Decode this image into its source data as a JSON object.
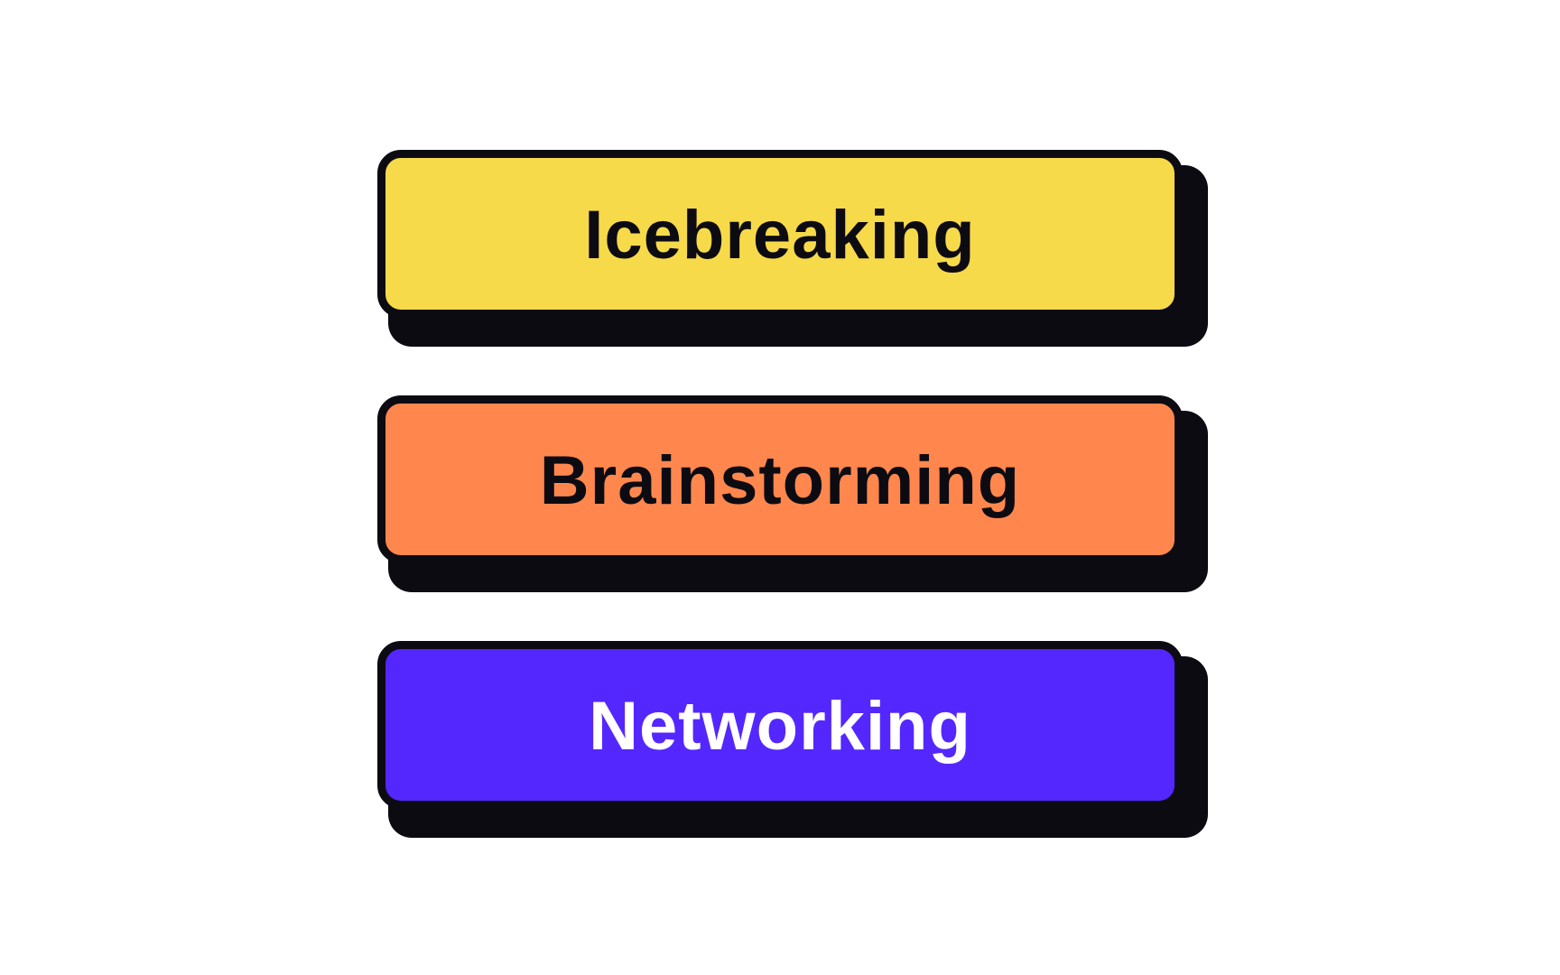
{
  "buttons": [
    {
      "label": "Icebreaking",
      "background": "#f7da4a",
      "text_color": "#0d0b12"
    },
    {
      "label": "Brainstorming",
      "background": "#ff874e",
      "text_color": "#0d0b12"
    },
    {
      "label": "Networking",
      "background": "#5427ff",
      "text_color": "#ffffff"
    }
  ],
  "colors": {
    "outline": "#0d0b12",
    "page_background": "#ffffff"
  }
}
